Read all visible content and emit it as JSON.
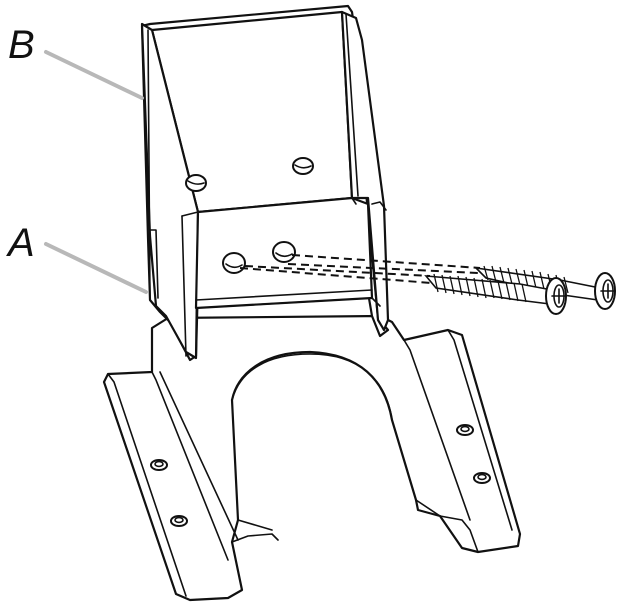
{
  "labels": {
    "b": "B",
    "a": "A"
  },
  "colors": {
    "line": "#111111",
    "leader": "#b8b8b8",
    "background": "#ffffff"
  },
  "parts": [
    "bracket",
    "base-plate",
    "wood-screw",
    "wood-screw"
  ]
}
